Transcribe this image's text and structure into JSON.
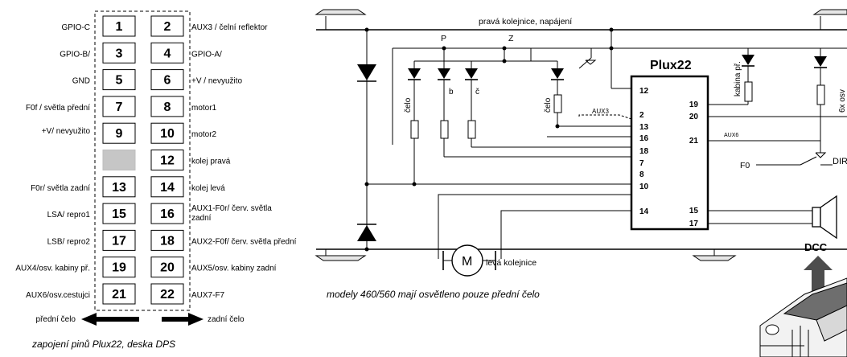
{
  "pinout": {
    "left_labels": [
      "GPIO-C",
      "GPIO-B/",
      "GND",
      "F0f / světla přední",
      "+V/ nevyužito",
      "",
      "F0r/ světla zadní",
      "LSA/ repro1",
      "LSB/ repro2",
      "AUX4/osv. kabiny př.",
      "AUX6/osv.cestujci"
    ],
    "left_pins": [
      "1",
      "3",
      "5",
      "7",
      "9",
      "",
      "13",
      "15",
      "17",
      "19",
      "21"
    ],
    "right_pins": [
      "2",
      "4",
      "6",
      "8",
      "10",
      "12",
      "14",
      "16",
      "18",
      "20",
      "22"
    ],
    "right_labels": [
      [
        "AUX3 / čelní reflektor"
      ],
      [
        "GPIO-A/"
      ],
      [
        "+V / nevyužito"
      ],
      [
        "motor1"
      ],
      [
        "motor2"
      ],
      [
        "kolej pravá"
      ],
      [
        "kolej levá"
      ],
      [
        "AUX1-F0r/ červ. světla",
        "zadní"
      ],
      [
        "AUX2-F0f/ červ. světla přední"
      ],
      [
        "AUX5/osv. kabiny zadní"
      ],
      [
        "AUX7-F7"
      ]
    ],
    "front_label": "přední čelo",
    "rear_label": "zadní čelo",
    "caption": "zapojení pinů Plux22, deska DPS"
  },
  "schematic": {
    "top_rail": "pravá kolejnice, napájení",
    "bottom_rail": "levá kolejnice",
    "chip_title": "Plux22",
    "node_p": "P",
    "node_z": "Z",
    "led_labels": [
      "čelo",
      "b",
      "č",
      "čelo"
    ],
    "aux3": "AUX3",
    "aux6": "AUX6",
    "motor": "M",
    "f0": "F0",
    "dir": "DIR",
    "cabin": "kabina př.",
    "osv": "6x osv",
    "chip_left_pins": [
      "12",
      "2",
      "13",
      "16",
      "18",
      "7",
      "8",
      "10",
      "14"
    ],
    "chip_right_pins": [
      "19",
      "20",
      "21",
      "15",
      "17"
    ],
    "note": "modely 460/560 mají osvětleno  pouze přední čelo",
    "dcc": "DCC"
  }
}
